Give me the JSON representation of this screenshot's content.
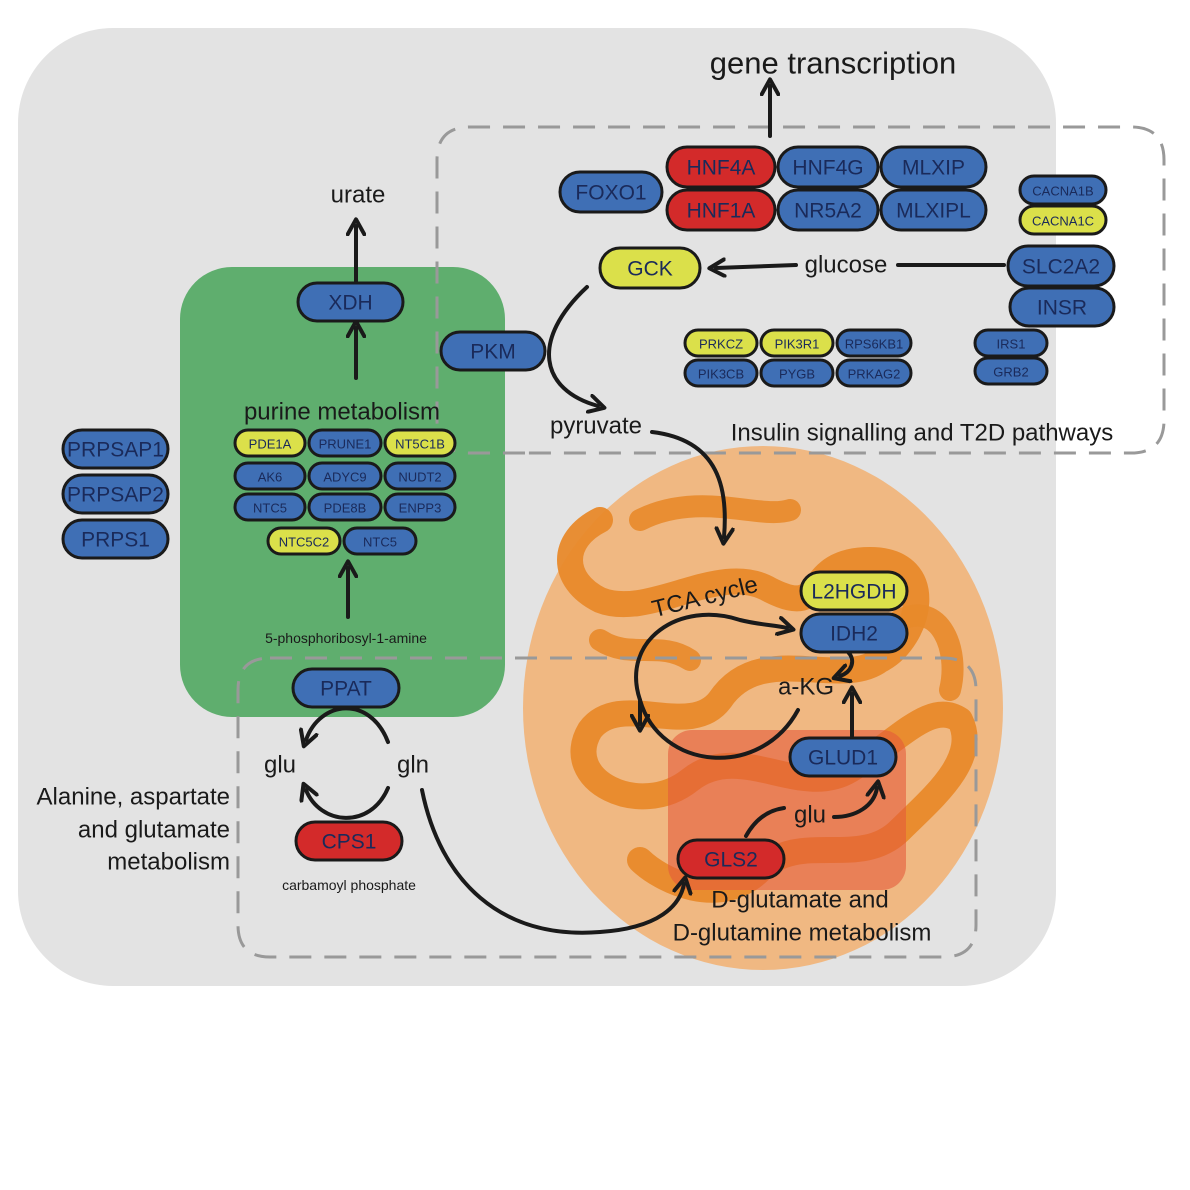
{
  "colors": {
    "cell": "#e3e3e3",
    "purine_box": "#5fae6e",
    "mito_outer": "#f0b882",
    "mito_cristae": "#e8892a",
    "mito_inner": "#e45a3a",
    "blue": "#3f6fb5",
    "red": "#d32a2a",
    "yellow": "#dbe04a",
    "dashed": "#999999"
  },
  "labels": {
    "gene_transcription": "gene transcription",
    "urate": "urate",
    "purine_metabolism": "purine metabolism",
    "phosphoribosyl": "5-phosphoribosyl-1-amine",
    "glucose": "glucose",
    "pyruvate": "pyruvate",
    "insulin_pathway": "Insulin signalling  and T2D pathways",
    "tca_cycle": "TCA cycle",
    "akg": "a-KG",
    "glu_left": "glu",
    "gln_left": "gln",
    "glu_right": "glu",
    "carbamoyl": "carbamoyl phosphate",
    "alanine_1": "Alanine, aspartate",
    "alanine_2": "and glutamate",
    "alanine_3": "metabolism",
    "dglut_1": "D-glutamate and",
    "dglut_2": "D-glutamine metabolism"
  },
  "genes": {
    "hnf4a": {
      "label": "HNF4A",
      "color": "red"
    },
    "hnf4g": {
      "label": "HNF4G",
      "color": "blue"
    },
    "mlxip": {
      "label": "MLXIP",
      "color": "blue"
    },
    "foxo1": {
      "label": "FOXO1",
      "color": "blue"
    },
    "hnf1a": {
      "label": "HNF1A",
      "color": "red"
    },
    "nr5a2": {
      "label": "NR5A2",
      "color": "blue"
    },
    "mlxipl": {
      "label": "MLXIPL",
      "color": "blue"
    },
    "cacna1b": {
      "label": "CACNA1B",
      "color": "blue"
    },
    "cacna1c": {
      "label": "CACNA1C",
      "color": "yellow"
    },
    "slc2a2": {
      "label": "SLC2A2",
      "color": "blue"
    },
    "insr": {
      "label": "INSR",
      "color": "blue"
    },
    "irs1": {
      "label": "IRS1",
      "color": "blue"
    },
    "grb2": {
      "label": "GRB2",
      "color": "blue"
    },
    "gck": {
      "label": "GCK",
      "color": "yellow"
    },
    "pkm": {
      "label": "PKM",
      "color": "blue"
    },
    "prkcz": {
      "label": "PRKCZ",
      "color": "yellow"
    },
    "pik3r1": {
      "label": "PIK3R1",
      "color": "yellow"
    },
    "rps6kb1": {
      "label": "RPS6KB1",
      "color": "blue"
    },
    "pik3cb": {
      "label": "PIK3CB",
      "color": "blue"
    },
    "pygb": {
      "label": "PYGB",
      "color": "blue"
    },
    "prkag2": {
      "label": "PRKAG2",
      "color": "blue"
    },
    "xdh": {
      "label": "XDH",
      "color": "blue"
    },
    "pde1a": {
      "label": "PDE1A",
      "color": "yellow"
    },
    "prune1": {
      "label": "PRUNE1",
      "color": "blue"
    },
    "nt5c1b": {
      "label": "NT5C1B",
      "color": "yellow"
    },
    "ak6": {
      "label": "AK6",
      "color": "blue"
    },
    "adyc9": {
      "label": "ADYC9",
      "color": "blue"
    },
    "nudt2": {
      "label": "NUDT2",
      "color": "blue"
    },
    "ntc5_a": {
      "label": "NTC5",
      "color": "blue"
    },
    "pde8b": {
      "label": "PDE8B",
      "color": "blue"
    },
    "enpp3": {
      "label": "ENPP3",
      "color": "blue"
    },
    "ntc5c2": {
      "label": "NTC5C2",
      "color": "yellow"
    },
    "ntc5_b": {
      "label": "NTC5",
      "color": "blue"
    },
    "prpsap1": {
      "label": "PRPSAP1",
      "color": "blue"
    },
    "prpsap2": {
      "label": "PRPSAP2",
      "color": "blue"
    },
    "prps1": {
      "label": "PRPS1",
      "color": "blue"
    },
    "ppat": {
      "label": "PPAT",
      "color": "blue"
    },
    "cps1": {
      "label": "CPS1",
      "color": "red"
    },
    "l2hgdh": {
      "label": "L2HGDH",
      "color": "yellow"
    },
    "idh2": {
      "label": "IDH2",
      "color": "blue"
    },
    "glud1": {
      "label": "GLUD1",
      "color": "blue"
    },
    "gls2": {
      "label": "GLS2",
      "color": "red"
    }
  }
}
